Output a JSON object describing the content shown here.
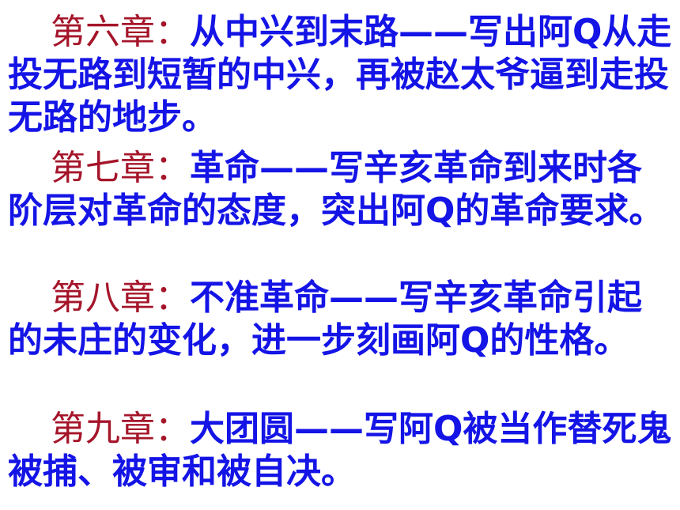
{
  "colors": {
    "heading": "#a5152a",
    "body": "#1414e6",
    "background": "#ffffff"
  },
  "chapters": [
    {
      "heading": "第六章：",
      "text": "从中兴到末路——写出阿Q从走投无路到短暂的中兴，再被赵太爷逼到走投无路的地步。"
    },
    {
      "heading": "第七章：",
      "text": "革命——写辛亥革命到来时各阶层对革命的态度，突出阿Q的革命要求。"
    },
    {
      "heading": "第八章：",
      "text": "不准革命——写辛亥革命引起的未庄的变化，进一步刻画阿Q的性格。"
    },
    {
      "heading": "第九章：",
      "text": "大团圆——写阿Q被当作替死鬼被捕、被审和被自决。"
    }
  ]
}
